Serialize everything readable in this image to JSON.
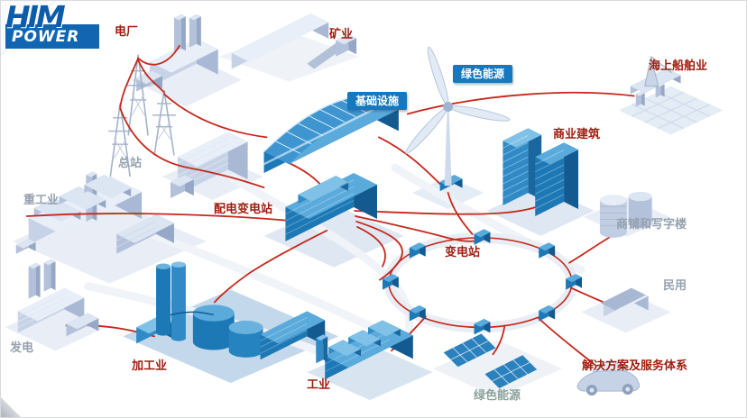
{
  "logo": {
    "him": "HIM",
    "power": "POWER"
  },
  "diagram": {
    "labels": {
      "power_plant": "电厂",
      "mining": "矿业",
      "infrastructure": "基础设施",
      "green_energy_top": "绿色能源",
      "marine": "海上船舶业",
      "commercial": "商业建筑",
      "main_station": "总站",
      "heavy_industry": "重工业",
      "distribution_substation": "配电变电站",
      "shops_offices": "商铺和写字楼",
      "substation": "变电站",
      "residential": "民用",
      "generation": "发电",
      "processing": "加工业",
      "industry": "工业",
      "green_energy_bottom": "绿色能源",
      "solutions": "解决方案及服务体系"
    },
    "colors": {
      "accent_blue": "#1878bd",
      "building_blue": "#1d78b6",
      "building_light": "#c6d2e6",
      "wire_red": "#c5281c",
      "label_red": "#9e1d0f",
      "label_gray": "#95a1af"
    }
  }
}
